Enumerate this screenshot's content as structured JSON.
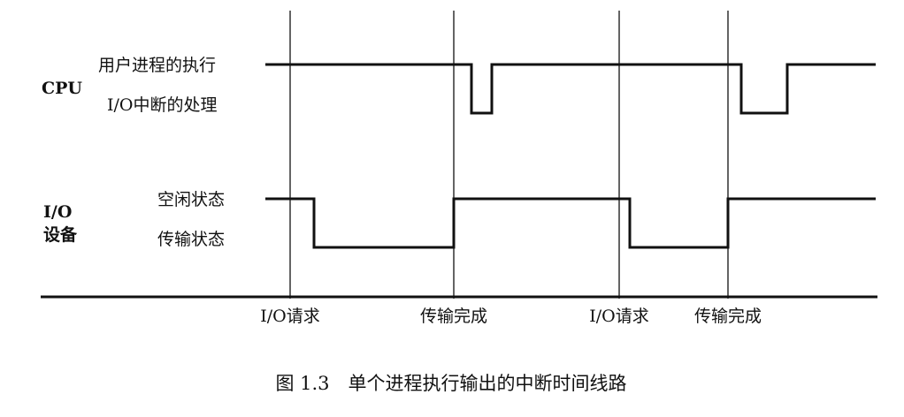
{
  "diagram": {
    "groups": {
      "cpu": "CPU",
      "io_line1": "I/O",
      "io_line2": "设备"
    },
    "states": {
      "cpu_high": "用户进程的执行",
      "cpu_low": "I/O中断的处理",
      "io_high": "空闲状态",
      "io_low": "传输状态"
    },
    "events": [
      {
        "label": "I/O请求"
      },
      {
        "label": "传输完成"
      },
      {
        "label": "I/O请求"
      },
      {
        "label": "传输完成"
      }
    ],
    "cpu_levels": [
      "high",
      "low",
      "high",
      "low",
      "high"
    ],
    "io_levels": [
      "high",
      "low",
      "high",
      "low",
      "high"
    ]
  },
  "caption": "图 1.3　单个进程执行输出的中断时间线路"
}
